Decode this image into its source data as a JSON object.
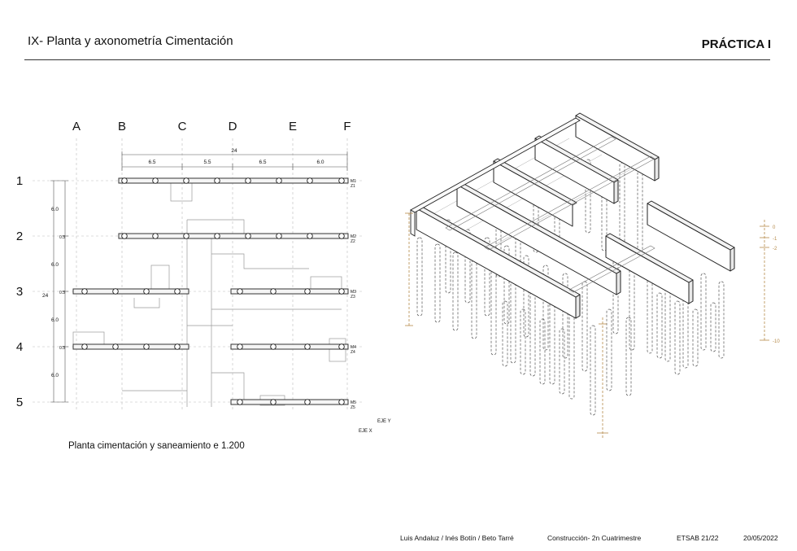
{
  "header": {
    "title": "IX- Planta y axonometría Cimentación",
    "practice": "PRÁCTICA I"
  },
  "plan": {
    "columns": [
      "A",
      "B",
      "C",
      "D",
      "E",
      "F"
    ],
    "rows": [
      "1",
      "2",
      "3",
      "4",
      "5"
    ],
    "total_x": "24",
    "spans_x": [
      "6.5",
      "5.5",
      "6.5",
      "6.0"
    ],
    "total_y": "24",
    "spans_y": [
      "6.0",
      "6.0",
      "6.0",
      "6.0"
    ],
    "edge_marks": [
      "0.3",
      "0.3",
      "0.3"
    ],
    "beam_tags": [
      [
        "M1",
        "Z1"
      ],
      [
        "M2",
        "Z2"
      ],
      [
        "M3",
        "Z3"
      ],
      [
        "M4",
        "Z4"
      ],
      [
        "M5",
        "Z5"
      ]
    ],
    "axis_y": "EJE Y",
    "axis_x": "EJE X",
    "caption": "Planta cimentación y saneamiento e 1.200"
  },
  "axo": {
    "levels": [
      "0",
      "-1",
      "-2",
      "-10"
    ]
  },
  "footer": {
    "authors": "Luis Andaluz / Inés Botín / Beto Tarré",
    "course": "Construcción- 2n Cuatrimestre",
    "school": "ETSAB 21/22",
    "date": "20/05/2022"
  },
  "colors": {
    "line": "#333333",
    "light": "#999999",
    "dim": "#b58a4a"
  }
}
